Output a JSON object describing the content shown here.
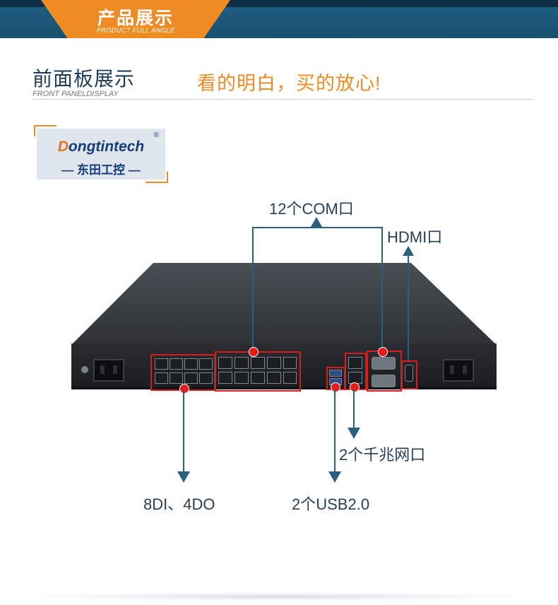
{
  "banner": {
    "title": "产品展示",
    "subtitle": "PRODUCT FULL ANGLE"
  },
  "section": {
    "title": "前面板展示",
    "subtitle": "FRONT PANELDISPLAY",
    "slogan": "看的明白，买的放心!"
  },
  "logo": {
    "name_rest": "ongtintech",
    "name_initial": "D",
    "registered": "®",
    "cn": "— 东田工控 —"
  },
  "callouts": {
    "com": "12个COM口",
    "hdmi": "HDMI口",
    "lan": "2个千兆网口",
    "dido": "8DI、4DO",
    "usb": "2个USB2.0"
  },
  "colors": {
    "accent": "#ef8b23",
    "band": "#1f5f86",
    "line": "#2b5f7e",
    "marker": "#e81a1a"
  }
}
